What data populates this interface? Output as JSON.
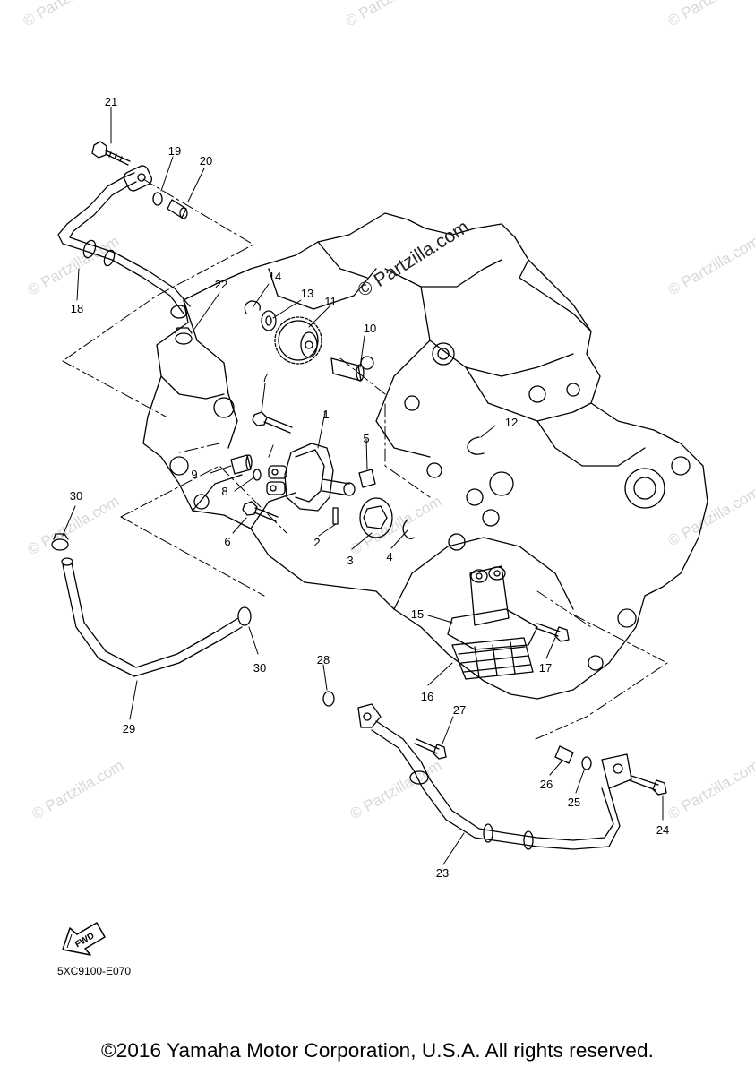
{
  "watermark": {
    "repeat": "© Partzilla.com",
    "main": "© Partzilla.com"
  },
  "callouts": {
    "c1": "1",
    "c2": "2",
    "c3": "3",
    "c4": "4",
    "c5": "5",
    "c6": "6",
    "c7": "7",
    "c8": "8",
    "c9": "9",
    "c10": "10",
    "c11": "11",
    "c12": "12",
    "c13": "13",
    "c14": "14",
    "c15": "15",
    "c16": "16",
    "c17": "17",
    "c18": "18",
    "c19": "19",
    "c20": "20",
    "c21": "21",
    "c22": "22",
    "c23": "23",
    "c24": "24",
    "c25": "25",
    "c26": "26",
    "c27": "27",
    "c28": "28",
    "c29": "29",
    "c30a": "30",
    "c30b": "30"
  },
  "fwd_badge": "FWD",
  "diagram_code": "5XC9100-E070",
  "copyright": "©2016 Yamaha Motor Corporation, U.S.A. All rights reserved.",
  "colors": {
    "line": "#000000",
    "watermark": "#d8d8d8"
  }
}
